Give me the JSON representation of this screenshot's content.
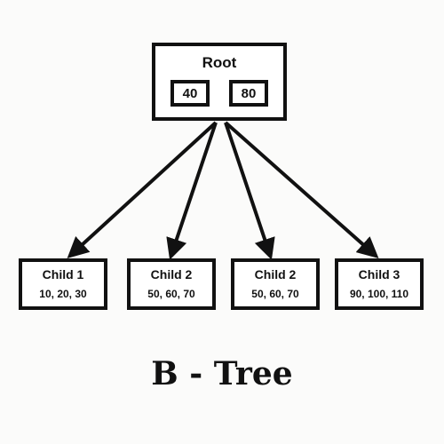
{
  "root": {
    "title": "Root",
    "keys": [
      "40",
      "80"
    ]
  },
  "children": [
    {
      "label": "Child 1",
      "keys": "10, 20, 30"
    },
    {
      "label": "Child 2",
      "keys": "50, 60, 70"
    },
    {
      "label": "Child 2",
      "keys": "50, 60, 70"
    },
    {
      "label": "Child 3",
      "keys": "90, 100, 110"
    }
  ],
  "caption": "B - Tree",
  "colors": {
    "stroke": "#111111",
    "background": "#fbfbfa"
  }
}
